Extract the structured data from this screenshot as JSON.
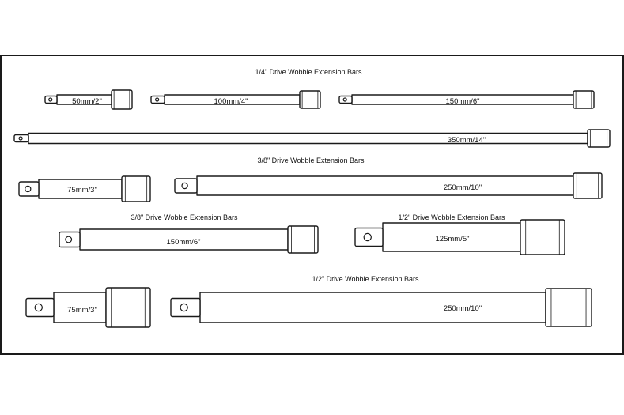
{
  "headings": [
    "1/4\" Drive Wobble Extension Bars",
    "3/8\" Drive Wobble Extension Bars",
    "3/8\" Drive Wobble Extension Bars",
    "1/2\" Drive Wobble Extension Bars",
    "1/2\" Drive Wobble Extension Bars"
  ],
  "bars": [
    {
      "label": "50mm/2\""
    },
    {
      "label": "100mm/4\""
    },
    {
      "label": "150mm/6\""
    },
    {
      "label": "350mm/14\""
    },
    {
      "label": "75mm/3\""
    },
    {
      "label": "250mm/10\""
    },
    {
      "label": "150mm/6\""
    },
    {
      "label": "125mm/5\""
    },
    {
      "label": "75mm/3\""
    },
    {
      "label": "250mm/10\""
    }
  ],
  "colors": {
    "stroke": "#1a1a1a",
    "background": "#ffffff"
  }
}
